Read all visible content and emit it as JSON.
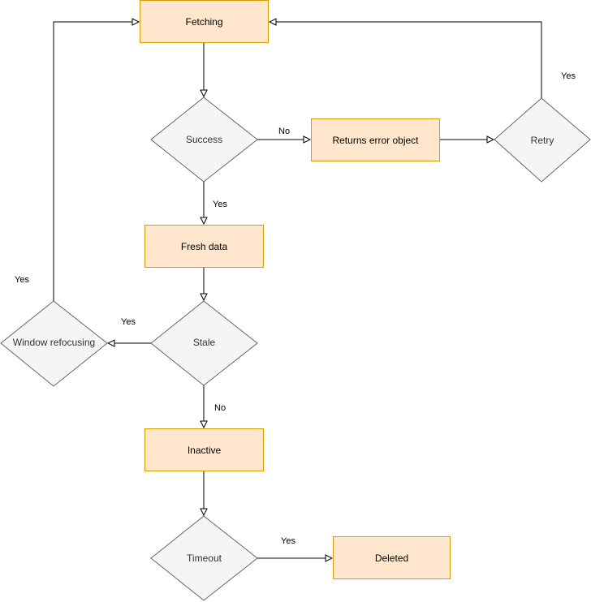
{
  "nodes": {
    "fetching": "Fetching",
    "success": "Success",
    "returns_error": "Returns error object",
    "retry": "Retry",
    "fresh_data": "Fresh data",
    "stale": "Stale",
    "window_refocusing": "Window refocusing",
    "inactive": "Inactive",
    "timeout": "Timeout",
    "deleted": "Deleted"
  },
  "edges": {
    "success_no": "No",
    "success_yes": "Yes",
    "retry_yes": "Yes",
    "stale_yes": "Yes",
    "stale_no": "No",
    "window_yes": "Yes",
    "timeout_yes": "Yes"
  },
  "colors": {
    "process_fill": "#ffe6cc",
    "process_stroke": "#d79b00",
    "decision_fill": "#f5f5f5",
    "decision_stroke": "#666666",
    "edge_stroke": "#000000"
  }
}
